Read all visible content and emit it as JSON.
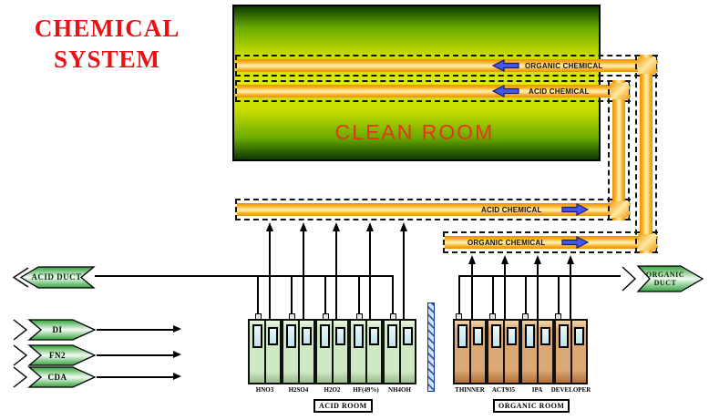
{
  "title": {
    "line1": "CHEMICAL",
    "line2": "SYSTEM"
  },
  "clean_room": {
    "label": "CLEAN ROOM"
  },
  "pipes": {
    "organic_supply_label": "ORGANIC CHEMICAL",
    "acid_supply_label": "ACID CHEMICAL",
    "acid_return_label": "ACID CHEMICAL",
    "organic_return_label": "ORGANIC CHEMICAL"
  },
  "ducts": {
    "acid_label": "ACID DUCT",
    "organic_label_line1": "ORGANIC",
    "organic_label_line2": "DUCT"
  },
  "utilities": [
    {
      "label": "DI"
    },
    {
      "label": "FN2"
    },
    {
      "label": "CDA"
    }
  ],
  "acid_room": {
    "label": "ACID ROOM",
    "tanks": [
      "HNO3",
      "H2SO4",
      "H2O2",
      "HF(49%)",
      "NH4OH"
    ]
  },
  "organic_room": {
    "label": "ORGANIC ROOM",
    "tanks": [
      "THINNER",
      "ACT935",
      "IPA",
      "DEVELOPER"
    ]
  },
  "colors": {
    "title_red": "#e91016",
    "clean_room_dark_green": "#0b3a00",
    "clean_room_yellow_green": "#dcec00",
    "clean_room_label_red": "#e8321e",
    "pipe_orange": "#ee8e00",
    "pipe_center": "#ffe9a2",
    "flow_arrow_blue": "#4458ea",
    "duct_banner_green": "#33a23c",
    "acid_tank_green": "#cfe9c4",
    "organic_tank_tan": "#dba873",
    "tank_window_blue": "#bfe3ee",
    "wall_blue": "#3a5cb0"
  }
}
